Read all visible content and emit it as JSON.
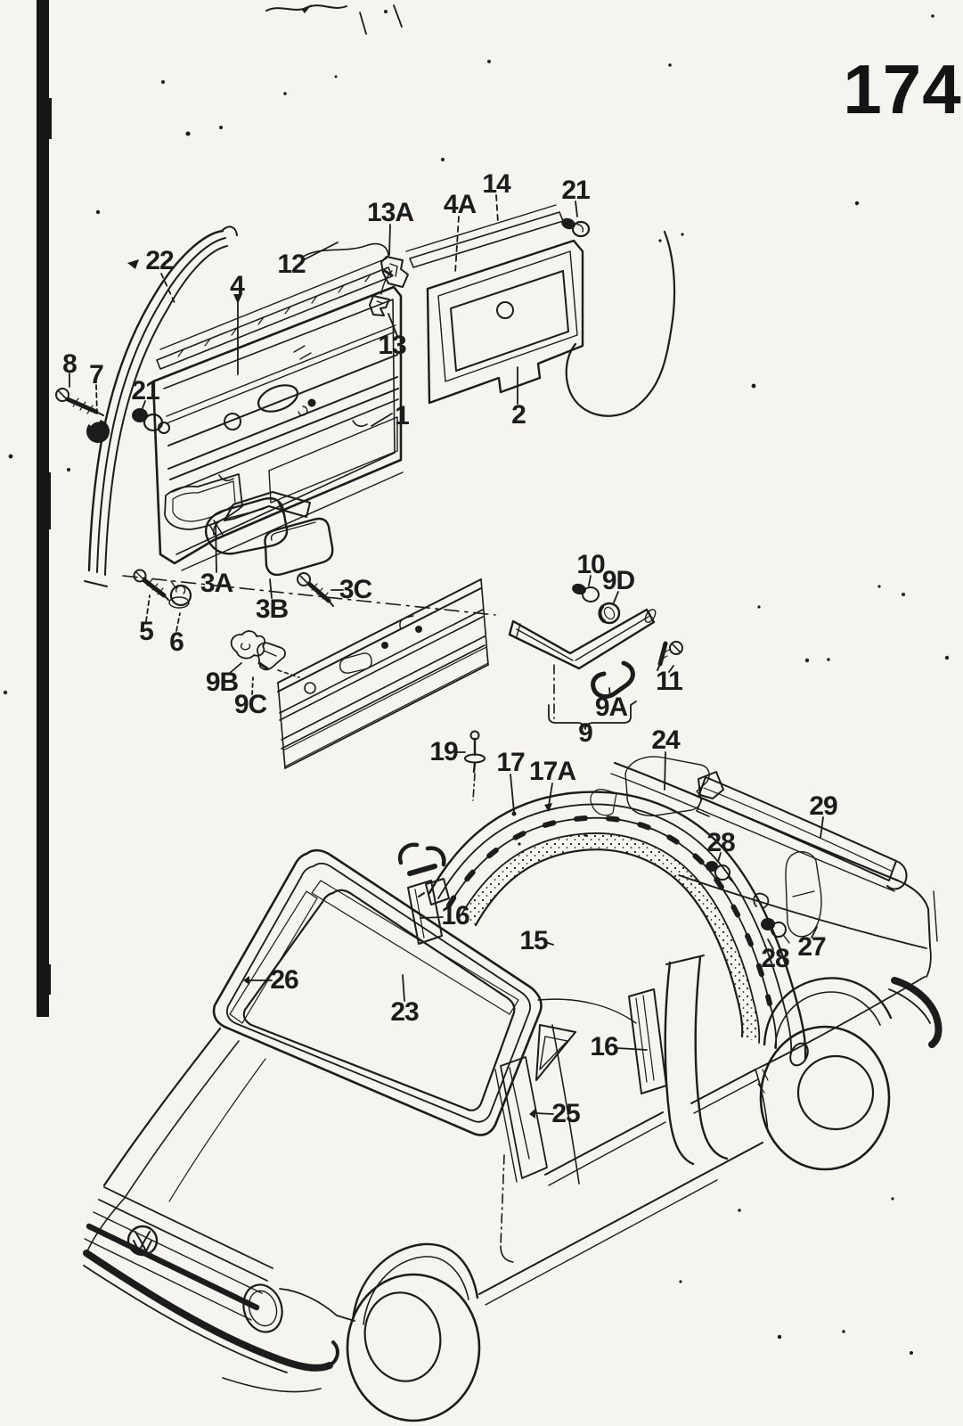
{
  "page": {
    "number": "174",
    "paper_color": "#f6f4ef",
    "ink_color": "#1c1c1c"
  },
  "callouts": [
    {
      "id": "22",
      "text": "22"
    },
    {
      "id": "12",
      "text": "12"
    },
    {
      "id": "4",
      "text": "4"
    },
    {
      "id": "13A",
      "text": "13A"
    },
    {
      "id": "4A",
      "text": "4A"
    },
    {
      "id": "14",
      "text": "14"
    },
    {
      "id": "21-top",
      "text": "21"
    },
    {
      "id": "8",
      "text": "8"
    },
    {
      "id": "7",
      "text": "7"
    },
    {
      "id": "21-left",
      "text": "21"
    },
    {
      "id": "13",
      "text": "13"
    },
    {
      "id": "1",
      "text": "1"
    },
    {
      "id": "2",
      "text": "2"
    },
    {
      "id": "3A",
      "text": "3A"
    },
    {
      "id": "3B",
      "text": "3B"
    },
    {
      "id": "3C",
      "text": "3C"
    },
    {
      "id": "5",
      "text": "5"
    },
    {
      "id": "6",
      "text": "6"
    },
    {
      "id": "9B",
      "text": "9B"
    },
    {
      "id": "9C",
      "text": "9C"
    },
    {
      "id": "10",
      "text": "10"
    },
    {
      "id": "9D",
      "text": "9D"
    },
    {
      "id": "9A",
      "text": "9A"
    },
    {
      "id": "11",
      "text": "11"
    },
    {
      "id": "9",
      "text": "9"
    },
    {
      "id": "19",
      "text": "19"
    },
    {
      "id": "17",
      "text": "17"
    },
    {
      "id": "17A",
      "text": "17A"
    },
    {
      "id": "24",
      "text": "24"
    },
    {
      "id": "29",
      "text": "29"
    },
    {
      "id": "28-upper",
      "text": "28"
    },
    {
      "id": "27",
      "text": "27"
    },
    {
      "id": "28-lower",
      "text": "28"
    },
    {
      "id": "16-upper",
      "text": "16"
    },
    {
      "id": "15",
      "text": "15"
    },
    {
      "id": "26",
      "text": "26"
    },
    {
      "id": "23",
      "text": "23"
    },
    {
      "id": "16-lower",
      "text": "16"
    },
    {
      "id": "25",
      "text": "25"
    }
  ]
}
